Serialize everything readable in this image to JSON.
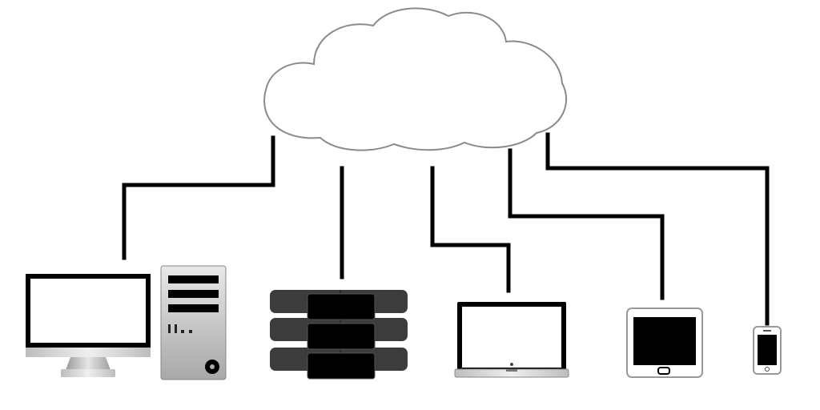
{
  "diagram": {
    "nodes": [
      {
        "id": "cloud",
        "icon": "cloud-icon"
      },
      {
        "id": "monitor",
        "icon": "monitor-icon"
      },
      {
        "id": "tower",
        "icon": "desktop-tower-icon"
      },
      {
        "id": "server-rack",
        "icon": "server-rack-icon"
      },
      {
        "id": "laptop",
        "icon": "laptop-icon"
      },
      {
        "id": "tablet",
        "icon": "tablet-icon"
      },
      {
        "id": "phone",
        "icon": "smartphone-icon"
      }
    ],
    "connections": [
      {
        "from": "cloud",
        "to": "monitor"
      },
      {
        "from": "cloud",
        "to": "server-rack"
      },
      {
        "from": "cloud",
        "to": "laptop"
      },
      {
        "from": "cloud",
        "to": "tablet"
      },
      {
        "from": "cloud",
        "to": "phone"
      }
    ],
    "colors": {
      "line": "#000000",
      "cloud_fill": "#ffffff",
      "cloud_stroke": "#8a8a8a",
      "server_unit": "#3c3c3c",
      "server_front": "#000000",
      "silver": "#c8c8c8"
    }
  }
}
